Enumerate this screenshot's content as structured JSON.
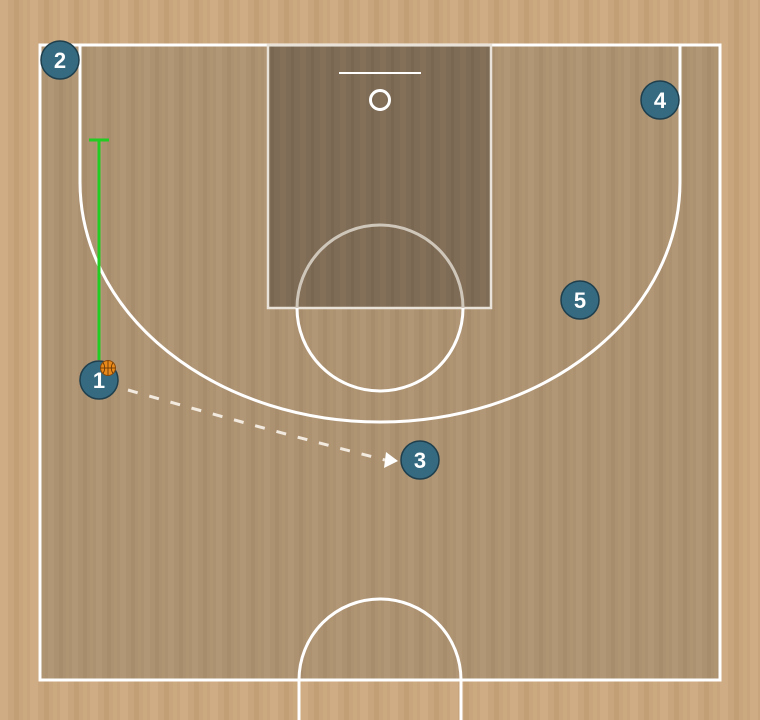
{
  "colors": {
    "court_outer": "#c8a57c",
    "court_inner": "#ad9272",
    "paint": "#7f6c56",
    "line": "#ffffff",
    "player_fill": "#356a80",
    "player_stroke": "#1f3f4d",
    "screen_line": "#22cc22",
    "pass_line": "#f2eadf",
    "ball": "#e8891a"
  },
  "players": [
    {
      "id": "p1",
      "label": "1",
      "has_ball": true
    },
    {
      "id": "p2",
      "label": "2",
      "has_ball": false
    },
    {
      "id": "p3",
      "label": "3",
      "has_ball": false
    },
    {
      "id": "p4",
      "label": "4",
      "has_ball": false
    },
    {
      "id": "p5",
      "label": "5",
      "has_ball": false
    }
  ],
  "actions": [
    {
      "type": "dribble-screen",
      "player": "1",
      "icon": "green-line"
    },
    {
      "type": "pass",
      "from": "1",
      "to": "3",
      "style": "dashed-arrow"
    }
  ],
  "icons": [
    "basketball-icon",
    "arrowhead-icon",
    "screen-bar-icon"
  ]
}
